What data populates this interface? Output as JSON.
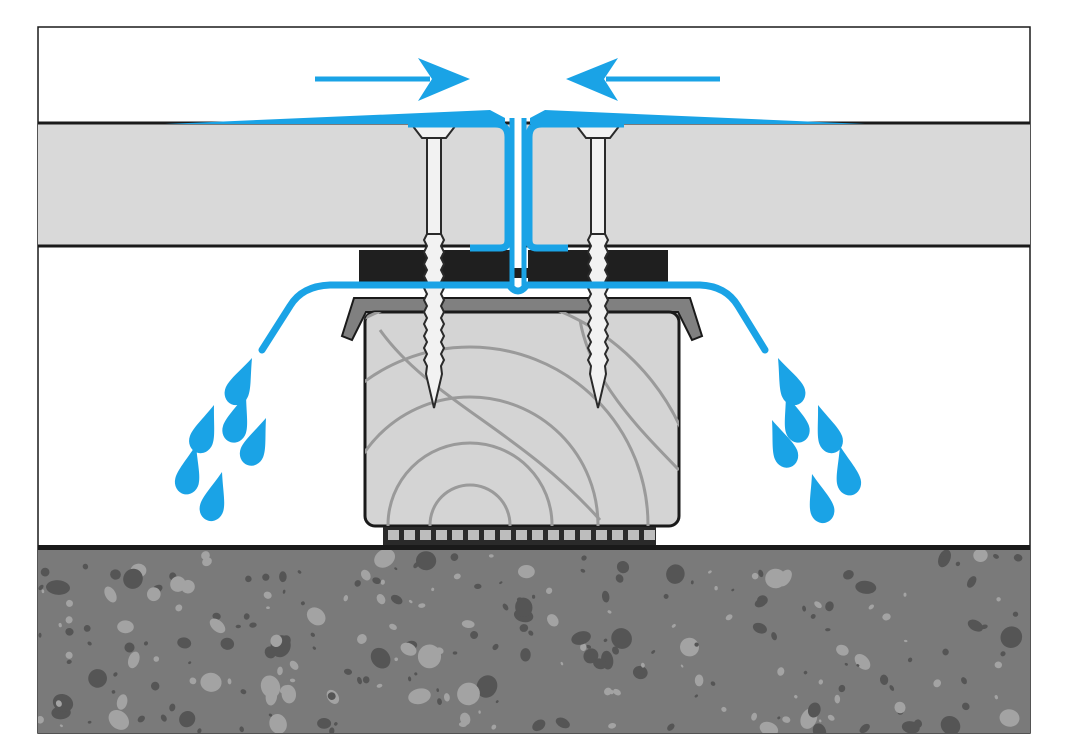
{
  "diagram": {
    "subject": "deck-board-drainage-cross-section",
    "colors": {
      "background": "#ffffff",
      "frame": "#1a1a1a",
      "board": "#d9d9d9",
      "board_edge": "#1a1a1a",
      "pad": "#1f1f1f",
      "joist": "#d4d4d4",
      "wood_grain": "#9a9a9a",
      "cap": "#808080",
      "screw_fill": "#f2f2f2",
      "screw_edge": "#2a2a2a",
      "water": "#1aa3e6",
      "concrete": "#7a7a7a",
      "concrete_speckle_dark": "#555555",
      "concrete_speckle_light": "#a3a3a3",
      "shims": "#2a2a2a"
    },
    "components": [
      {
        "id": "deck-board-left"
      },
      {
        "id": "deck-board-right"
      },
      {
        "id": "joint-profile"
      },
      {
        "id": "screw-left"
      },
      {
        "id": "screw-right"
      },
      {
        "id": "rubber-pad"
      },
      {
        "id": "joist-cap"
      },
      {
        "id": "wooden-joist"
      },
      {
        "id": "adjustable-shim-base"
      },
      {
        "id": "concrete-slab"
      }
    ],
    "flow": {
      "arrows": [
        "right",
        "left"
      ],
      "drip_drops_per_side": 6
    }
  }
}
